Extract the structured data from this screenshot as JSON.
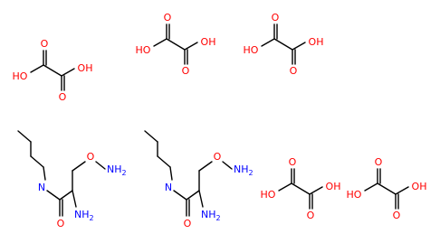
{
  "colors": {
    "background": "#ffffff",
    "bond": "#000000",
    "oxygen": "#ff0000",
    "nitrogen": "#0000ff"
  },
  "labels": {
    "oh": "OH",
    "ho": "HO",
    "o": "O",
    "n": "N",
    "nh2": "NH2",
    "nh2_main": "NH",
    "nh2_sub": "2",
    "o_nh2": "O-NH2"
  },
  "molecules": [
    {
      "name": "oxalic-acid",
      "count": 5
    },
    {
      "name": "2-amino-3-aminooxy-N-butylpropanamide",
      "count": 2
    }
  ]
}
